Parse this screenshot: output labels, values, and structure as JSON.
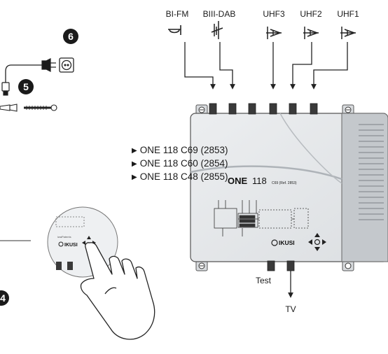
{
  "antennas": {
    "bi_fm": "BI-FM",
    "biii_dab": "BIII-DAB",
    "uhf3": "UHF3",
    "uhf2": "UHF2",
    "uhf1": "UHF1"
  },
  "steps": {
    "step6": "6",
    "step5": "5",
    "step4": "4"
  },
  "models": [
    "ONE 118 C69 (2853)",
    "ONE 118 C60 (2854)",
    "ONE 118 C48 (2855)"
  ],
  "amplifier": {
    "name_bold": "ONE",
    "name_num": "118",
    "ref": "C69 (Ref. 2853)",
    "brand": "IKUSI",
    "mini_brand": "IKUSI"
  },
  "outputs": {
    "test": "Test",
    "tv": "TV"
  },
  "icons": {
    "power_plug": "power-plug-icon",
    "wall_socket": "wall-socket-icon",
    "wall_plug_screw": "wall-plug-screw-icon",
    "hand": "pointing-hand-icon",
    "arrow_cross": "four-way-arrow-icon"
  },
  "colors": {
    "line": "#222222",
    "housing": "#e9ebed",
    "housing_dark": "#c9cdd1",
    "badge": "#1a1a1a"
  }
}
